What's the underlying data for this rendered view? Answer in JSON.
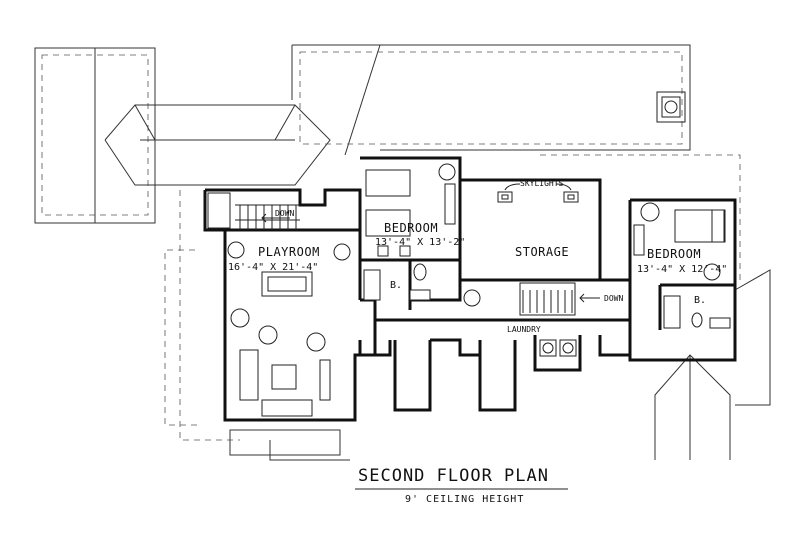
{
  "rooms": {
    "playroom": {
      "name": "PLAYROOM",
      "size": "16'-4\" X 21'-4\""
    },
    "bedroom_1": {
      "name": "BEDROOM",
      "size": "13'-4\" X 13'-2\""
    },
    "storage": {
      "name": "STORAGE"
    },
    "bedroom_2": {
      "name": "BEDROOM",
      "size": "13'-4\" X 12'-4\""
    },
    "bath_1": {
      "name": "B."
    },
    "bath_2": {
      "name": "B."
    },
    "laundry": {
      "name": "LAUNDRY"
    }
  },
  "annotations": {
    "skylights": "SKYLIGHTS",
    "down_left": "DOWN",
    "down_right": "DOWN"
  },
  "caption": {
    "title": "SECOND FLOOR PLAN",
    "subtitle": "9' CEILING HEIGHT"
  }
}
